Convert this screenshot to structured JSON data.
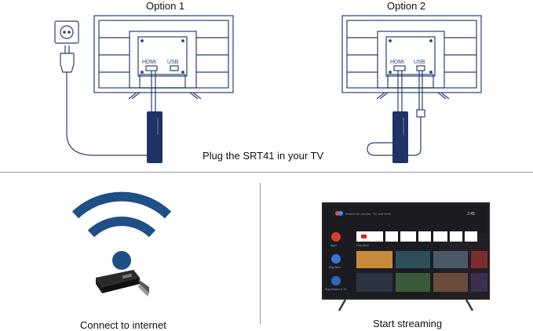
{
  "top": {
    "option1_label": "Option 1",
    "option2_label": "Option 2",
    "caption": "Plug the SRT41 in your TV",
    "tv_ports": {
      "hdmi": "HDMI",
      "usb": "USB"
    }
  },
  "bottom_left": {
    "caption": "Connect to internet"
  },
  "bottom_right": {
    "caption": "Start streaming",
    "screen": {
      "search_text": "Search for movies, TV, and more",
      "clock": "2:45",
      "side_items": [
        "Apps",
        "Play Next",
        "Play Movies & TV"
      ],
      "apps_row_label": "Play Store"
    }
  },
  "colors": {
    "line_blue": "#2a3f73",
    "wifi_blue": "#1e4f86",
    "stick_navy": "#1f3464"
  }
}
